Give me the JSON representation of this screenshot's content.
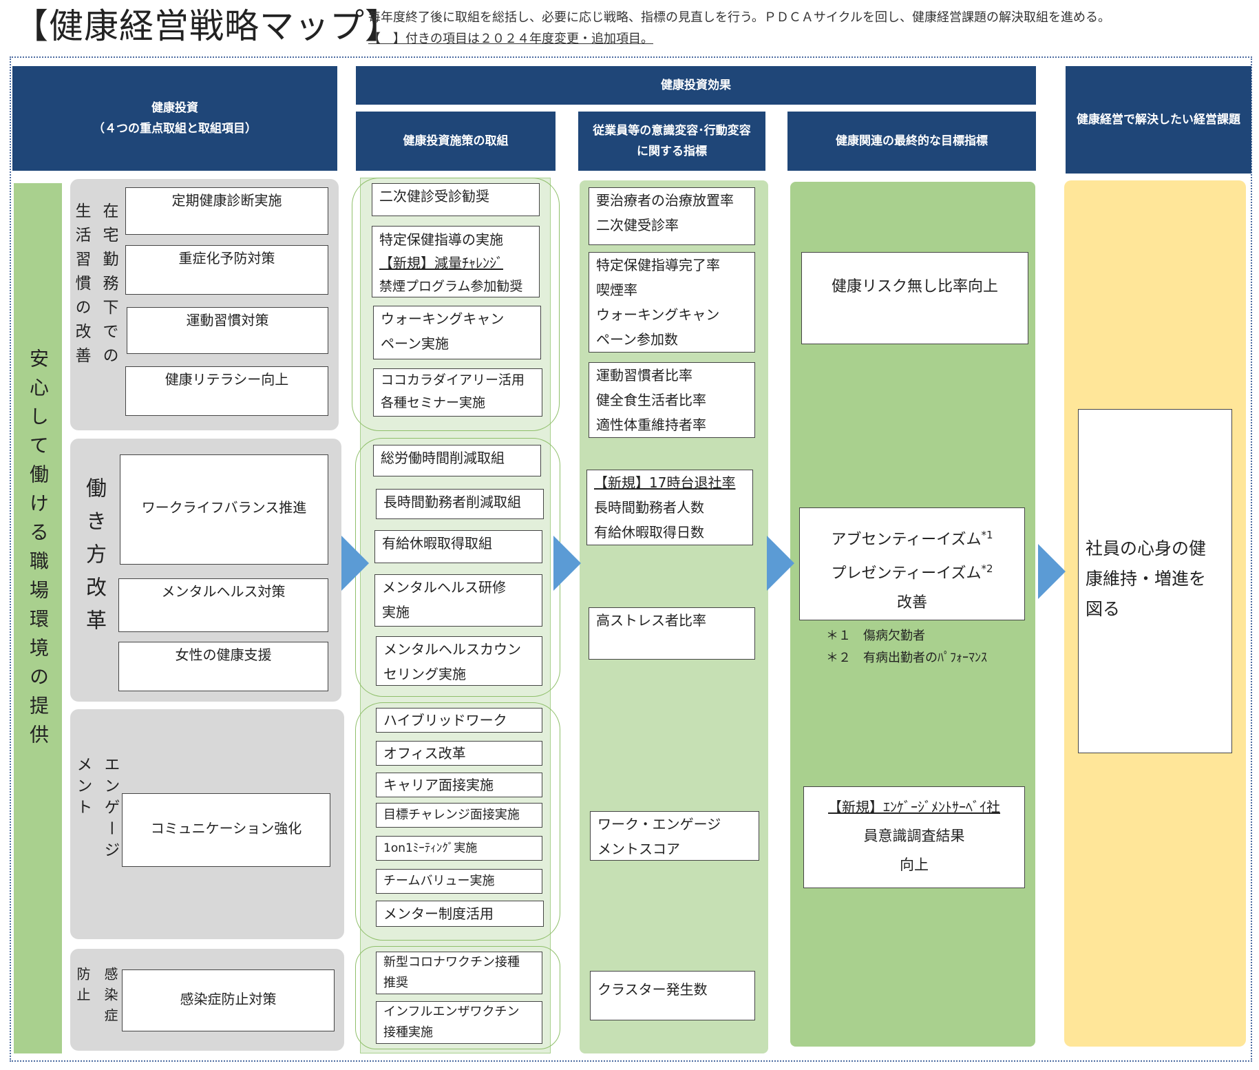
{
  "header": {
    "title": "【健康経営戦略マップ】",
    "note_line1": "毎年度終了後に取組を総括し、必要に応じ戦略、指標の見直しを行う。ＰＤＣＡサイクルを回し、健康経営課題の解決取組を進める。",
    "note_line2": "【　】付きの項目は２０２４年度変更・追加項目。"
  },
  "columns": {
    "investment_line1": "健康投資",
    "investment_line2": "（４つの重点取組と取組項目）",
    "effect": "健康投資効果",
    "measures": "健康投資施策の取組",
    "awareness_line1": "従業員等の意識変容･行動変容",
    "awareness_line2": "に関する指標",
    "final": "健康関連の最終的な目標指標",
    "issue": "健康経営で解決したい経営課題"
  },
  "main_theme": "安心して働ける職場環境の提供",
  "pillars": [
    {
      "name": "在宅勤務下での生活習慣の改善",
      "col1": "在宅勤務下での",
      "col2": "生活習慣の改善",
      "items": [
        "定期健康診断実施",
        "重症化予防対策",
        "運動習慣対策",
        "健康リテラシー向上"
      ]
    },
    {
      "name": "働き方改革",
      "items": [
        "ワークライフバランス推進",
        "メンタルヘルス対策",
        "女性の健康支援"
      ]
    },
    {
      "name": "エンゲージメント",
      "col1": "エンゲージ",
      "col2": "メント",
      "items": [
        "コミュニケーション強化"
      ]
    },
    {
      "name": "感染症防止",
      "col1": "感染症",
      "col2": "防止",
      "items": [
        "感染症防止対策"
      ]
    }
  ],
  "measures": {
    "g1": [
      "二次健診受診勧奨",
      "特定保健指導の実施",
      "【新規】減量ﾁｬﾚﾝｼﾞ",
      "禁煙プログラム参加勧奨",
      "ウォーキングキャン",
      "ペーン実施",
      "ココカラダイアリー活用",
      "各種セミナー実施"
    ],
    "g2": [
      "総労働時間削減取組",
      "長時間勤務者削減取組",
      "有給休暇取得取組",
      "メンタルヘルス研修",
      "実施",
      "メンタルヘルスカウン",
      "セリング実施"
    ],
    "g3": [
      "ハイブリッドワーク",
      "オフィス改革",
      "キャリア面接実施",
      "目標チャレンジ面接実施",
      "1on1ﾐｰﾃｨﾝｸﾞ実施",
      "チームバリュー実施",
      "メンター制度活用"
    ],
    "g4": [
      "新型コロナワクチン接種",
      "推奨",
      "インフルエンザワクチン",
      "接種実施"
    ]
  },
  "indicators": {
    "b1": [
      "要治療者の治療放置率",
      "二次健受診率"
    ],
    "b2": [
      "特定保健指導完了率",
      "喫煙率",
      "ウォーキングキャン",
      "ペーン参加数"
    ],
    "b3": [
      "運動習慣者比率",
      "健全食生活者比率",
      "適性体重維持者率"
    ],
    "b4": [
      "【新規】17時台退社率",
      "長時間勤務者人数",
      "有給休暇取得日数"
    ],
    "b5": [
      "高ストレス者比率"
    ],
    "b6": [
      "ワーク・エンゲージ",
      "メントスコア"
    ],
    "b7": [
      "クラスター発生数"
    ]
  },
  "goals": {
    "g1": "健康リスク無し比率向上",
    "g2_line1": "アブセンティーイズム",
    "g2_sup1": "*1",
    "g2_line2": "プレゼンティーイズム",
    "g2_sup2": "*2",
    "g2_line3": "改善",
    "footnote1": "＊１　傷病欠勤者",
    "footnote2": "＊２　有病出勤者のﾊﾟﾌｫｰﾏﾝｽ",
    "g3_line1": "【新規】ｴﾝｹﾞｰｼﾞﾒﾝﾄｻｰﾍﾞｲ社",
    "g3_line2": "員意識調査結果",
    "g3_line3": "向上"
  },
  "issue": {
    "line1": "社員の心身の健",
    "line2": "康維持・増進を",
    "line3": "図る"
  },
  "colors": {
    "header_navy": "#1f4678",
    "arrow_blue": "#5b9bd5",
    "green_light": "#e2efda",
    "green_mid": "#c6e0b4",
    "green_dark": "#a9d08e",
    "yellow": "#ffe699",
    "gray": "#d8d8d8"
  }
}
